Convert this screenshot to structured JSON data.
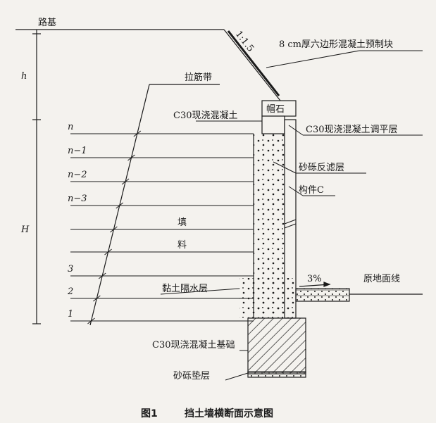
{
  "diagram": {
    "roadbed_label": "路基",
    "slope_label": "1:1.5",
    "hex_block_label": "8 cm厚六边形混凝土预制块",
    "dim_h": "h",
    "dim_H": "H",
    "strap_label": "拉筋带",
    "cap_stone_label": "帽石",
    "c30_cast_label": "C30现浇混凝土",
    "leveling_label": "C30现浇混凝土调平层",
    "filter_label": "砂砾反滤层",
    "component_label": "构件C",
    "fill_label_1": "填",
    "fill_label_2": "料",
    "clay_label": "黏土隔水层",
    "slope_pct": "3%",
    "ground_label": "原地面线",
    "foundation_label": "C30现浇混凝土基础",
    "cushion_label": "砂砾垫层",
    "layers": [
      "n",
      "n−1",
      "n−2",
      "n−3",
      "",
      "",
      "3",
      "2",
      "1"
    ]
  },
  "caption": {
    "figure_no": "图1",
    "title": "挡土墙横断面示意图"
  }
}
